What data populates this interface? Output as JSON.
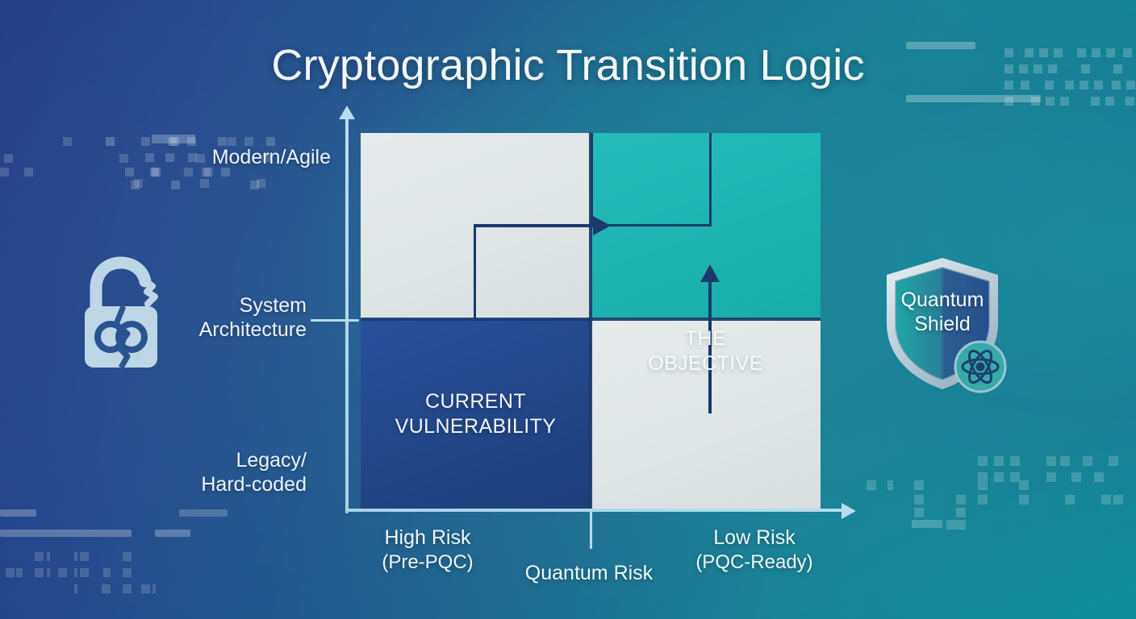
{
  "title": "Cryptographic Transition Logic",
  "colors": {
    "objective_fill": "#20b5b3",
    "vulnerability_fill": "#224a8c",
    "neutral_fill": "#e1e6e7",
    "path_stroke": "#1b3a6b",
    "axis": "#b7dcee",
    "bg_blue": "#243f87",
    "bg_teal": "#0f8f9c"
  },
  "chart_data": {
    "type": "scatter",
    "title": "Cryptographic Transition Logic",
    "xlabel": "Quantum Risk",
    "ylabel": "System Architecture",
    "x_ticks": [
      "High Risk",
      "Low Risk"
    ],
    "x_tick_subs": [
      "(Pre-PQC)",
      "(PQC-Ready)"
    ],
    "y_ticks": [
      "Modern/Agile",
      "Legacy/Hard-coded"
    ],
    "grid": false,
    "legend": "none",
    "quadrants": [
      {
        "id": "top-left",
        "label": "",
        "fill": "#e1e6e7",
        "x": "high-risk",
        "y": "modern-agile"
      },
      {
        "id": "top-right",
        "label": "THE OBJECTIVE",
        "fill": "#20b5b3",
        "x": "low-risk",
        "y": "modern-agile"
      },
      {
        "id": "bottom-left",
        "label": "CURRENT VULNERABILITY",
        "fill": "#224a8c",
        "x": "high-risk",
        "y": "legacy-hard-coded"
      },
      {
        "id": "bottom-right",
        "label": "",
        "fill": "#e1e6e7",
        "x": "low-risk",
        "y": "legacy-hard-coded"
      }
    ],
    "annotations": [
      {
        "name": "transition-path-upper",
        "kind": "stepped-arrow",
        "direction": "right",
        "from": "top-left",
        "to": "top-right"
      },
      {
        "name": "transition-path-lower",
        "kind": "stepped-arrow",
        "direction": "up",
        "from": "bottom-right",
        "to": "top-right"
      }
    ]
  },
  "quadrant_labels": {
    "objective_line1": "THE",
    "objective_line2": "OBJECTIVE",
    "vulnerability_line1": "CURRENT",
    "vulnerability_line2": "VULNERABILITY"
  },
  "axis": {
    "y_top": "Modern/Agile",
    "y_mid_line1": "System",
    "y_mid_line2": "Architecture",
    "y_bottom_line1": "Legacy/",
    "y_bottom_line2": "Hard-coded",
    "x_left_line1": "High Risk",
    "x_left_line2": "(Pre-PQC)",
    "x_center": "Quantum Risk",
    "x_right_line1": "Low Risk",
    "x_right_line2": "(PQC-Ready)"
  },
  "icons": {
    "lock": "broken-padlock-icon",
    "shield": "quantum-shield-icon",
    "atom": "atom-icon",
    "shield_line1": "Quantum",
    "shield_line2": "Shield"
  }
}
